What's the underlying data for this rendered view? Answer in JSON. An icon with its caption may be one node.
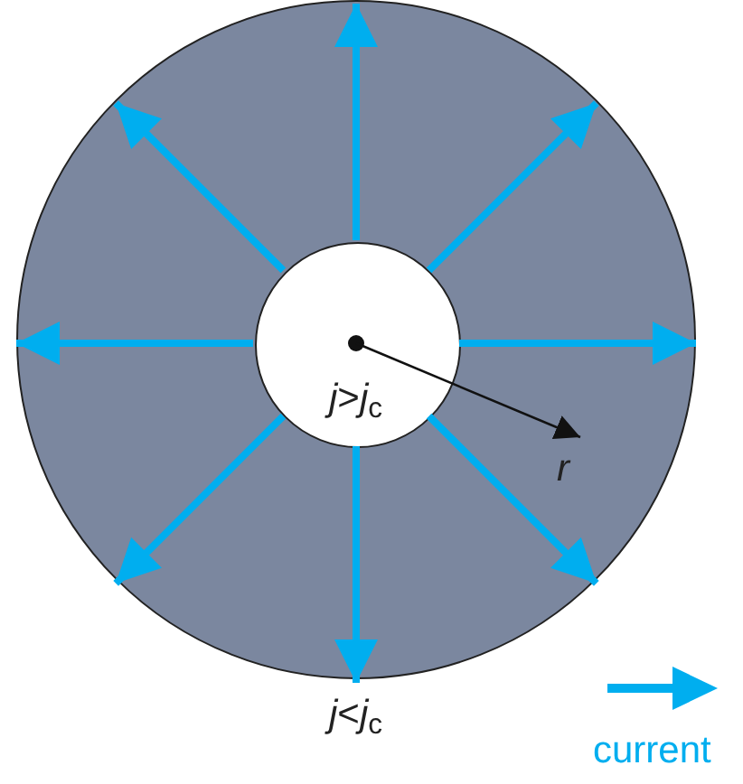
{
  "diagram": {
    "nodes": [
      {
        "text": [],
        "shape": "circle",
        "beside": [
          "*j*<*j*$_{c}$"
        ]
      },
      {
        "text": [
          "*j*>*j*$_{c}$"
        ],
        "in": 0
      }
    ],
    "edges": [
      {
        "from": 1,
        "to": 0,
        "arrow": "to"
      },
      {
        "from": 1,
        "to": 0,
        "arrow": "to"
      },
      {
        "from": 1,
        "to": 0,
        "arrow": "to"
      },
      {
        "from": 1,
        "to": 0,
        "arrow": "to"
      },
      {
        "from": 1,
        "to": 0,
        "arrow": "to"
      },
      {
        "from": 1,
        "to": 0,
        "arrow": "to"
      },
      {
        "from": 1,
        "to": 0,
        "arrow": "to"
      },
      {
        "from": 1,
        "to": 0,
        "arrow": "to"
      }
    ],
    "labels": [
      "r"
    ],
    "legend": [
      {
        "text": "current"
      }
    ]
  }
}
